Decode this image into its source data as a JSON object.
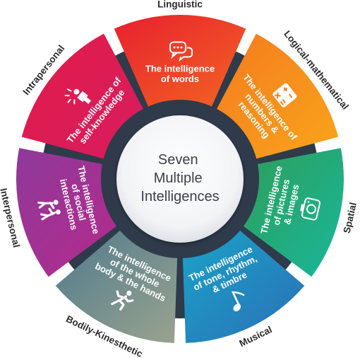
{
  "center": {
    "lines": [
      "Seven",
      "Multiple",
      "Intelligences"
    ]
  },
  "segments": [
    {
      "id": "linguistic",
      "label": "Linguistic",
      "lines": [
        "The intelligence",
        "of words"
      ],
      "icon": "speech-bubbles-icon",
      "color_a": "#e8202f",
      "color_b": "#f26522"
    },
    {
      "id": "logical",
      "label": "Logical-mathematical",
      "lines": [
        "The intelligence of",
        "numbers &",
        "reasoning"
      ],
      "icon": "calculator-icon",
      "color_a": "#f47b20",
      "color_b": "#f9a51a"
    },
    {
      "id": "spatial",
      "label": "Spatial",
      "lines": [
        "The intelligence",
        "of pictures",
        "& images"
      ],
      "icon": "camera-icon",
      "color_a": "#2e9e5b",
      "color_b": "#19b79a"
    },
    {
      "id": "musical",
      "label": "Musical",
      "lines": [
        "The intelligence",
        "of tone, rhythm,",
        "& timbre"
      ],
      "icon": "music-note-icon",
      "color_a": "#1aa3c8",
      "color_b": "#2b6fb6"
    },
    {
      "id": "bodily",
      "label": "Bodily-Kinesthetic",
      "lines": [
        "The intelligence",
        "of the whole",
        "body & the hands"
      ],
      "icon": "running-person-icon",
      "color_a": "#4f7a8c",
      "color_b": "#9aa38f"
    },
    {
      "id": "interpersonal",
      "label": "Interpersonal",
      "lines": [
        "The intelligence",
        "of social",
        "interactions"
      ],
      "icon": "people-interacting-icon",
      "color_a": "#8e3a9a",
      "color_b": "#b52a8c"
    },
    {
      "id": "intrapersonal",
      "label": "Intrapersonal",
      "lines": [
        "The intelligence of",
        "self-knowledge"
      ],
      "icon": "self-reflection-icon",
      "color_a": "#e11d48",
      "color_b": "#d81b60"
    }
  ]
}
